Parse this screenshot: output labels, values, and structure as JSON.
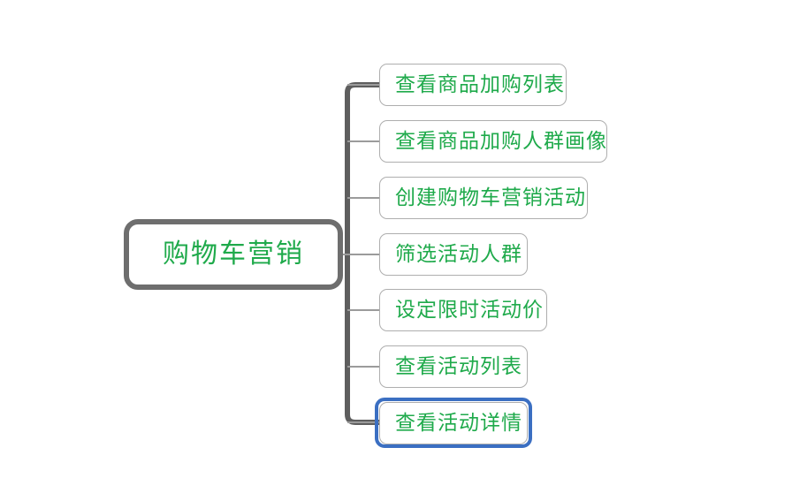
{
  "diagram": {
    "type": "mind-map",
    "orientation": "left-to-right",
    "background_color": "#ffffff",
    "text_color": "#1faa4b",
    "root_border_color": "#6e6e6e",
    "node_border_color": "#aeaeae",
    "trunk_color": "#5e5e5e",
    "branch_color": "#9b9b9b",
    "selection_color": "#3b6fc2",
    "root": {
      "label": "购物车营销"
    },
    "children": [
      {
        "label": "查看商品加购列表",
        "selected": false
      },
      {
        "label": "查看商品加购人群画像",
        "selected": false
      },
      {
        "label": "创建购物车营销活动",
        "selected": false
      },
      {
        "label": "筛选活动人群",
        "selected": false
      },
      {
        "label": "设定限时活动价",
        "selected": false
      },
      {
        "label": "查看活动列表",
        "selected": false
      },
      {
        "label": "查看活动详情",
        "selected": true
      }
    ]
  }
}
